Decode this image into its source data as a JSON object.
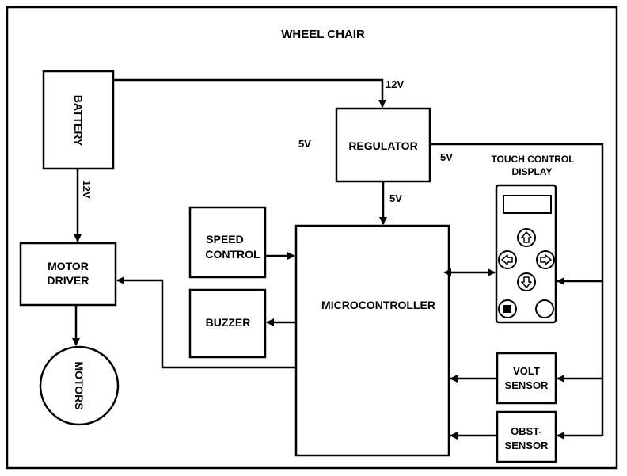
{
  "title": "WHEEL CHAIR",
  "blocks": {
    "battery": "BATTERY",
    "regulator": "REGULATOR",
    "motor_driver": [
      "MOTOR",
      "DRIVER"
    ],
    "motors": "MOTORS",
    "speed_control": [
      "SPEED",
      "CONTROL"
    ],
    "buzzer": "BUZZER",
    "microcontroller": "MICROCONTROLLER",
    "touch_display": [
      "TOUCH CONTROL",
      "DISPLAY"
    ],
    "volt_sensor": [
      "VOLT",
      "SENSOR"
    ],
    "obst_sensor": [
      "OBST-",
      "SENSOR"
    ]
  },
  "labels": {
    "battery_to_regulator": "12V",
    "battery_to_motor_driver": "12V",
    "left_5v": "5V",
    "right_5v": "5V",
    "regulator_to_mcu": "5V"
  },
  "icons": [
    "display-screen-icon",
    "arrow-up-icon",
    "arrow-left-icon",
    "arrow-right-icon",
    "arrow-down-icon",
    "stop-button-icon",
    "round-button-icon"
  ]
}
